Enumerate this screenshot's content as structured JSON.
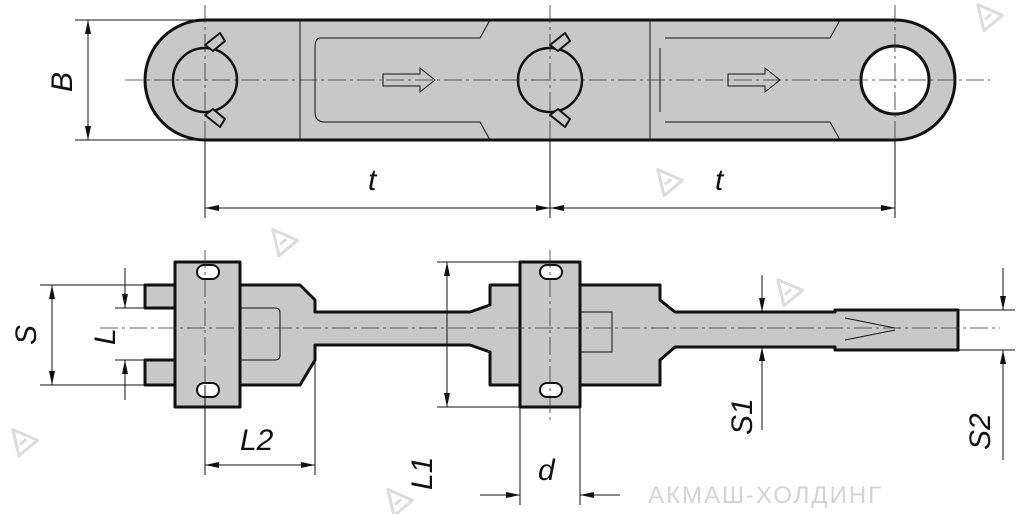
{
  "watermark": {
    "text": "АКМАШ-ХОЛДИНГ"
  },
  "dimension_labels": {
    "B": "B",
    "t1": "t",
    "t2": "t",
    "S": "S",
    "L": "L",
    "L2": "L2",
    "L1": "L1",
    "d": "d",
    "S1": "S1",
    "S2": "S2"
  }
}
